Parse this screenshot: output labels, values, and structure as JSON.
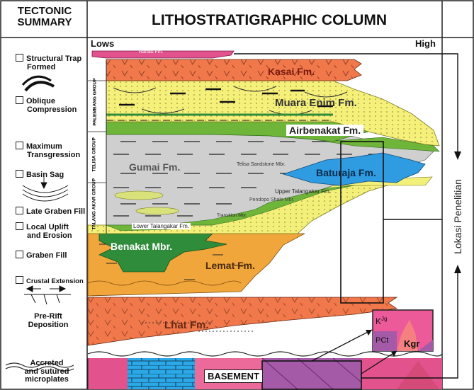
{
  "header": {
    "left_title_line1": "TECTONIC",
    "left_title_line2": "SUMMARY",
    "main_title": "LITHOSTRATIGRAPHIC COLUMN"
  },
  "scale": {
    "low": "Lows",
    "high": "High"
  },
  "side_label": "Lokasi Penelitian",
  "tectonic_events": [
    {
      "line1": "Structural Trap",
      "line2": "Formed",
      "checkbox": true
    },
    {
      "line1": "Oblique",
      "line2": "Compression",
      "checkbox": true
    },
    {
      "line1": "Maximum",
      "line2": "Transgression",
      "checkbox": true
    },
    {
      "line1": "Basin Sag",
      "line2": "",
      "checkbox": true
    },
    {
      "line1": "Late Graben Fill",
      "line2": "",
      "checkbox": true
    },
    {
      "line1": "Local Uplift",
      "line2": "and Erosion",
      "checkbox": true
    },
    {
      "line1": "Graben Fill",
      "line2": "",
      "checkbox": true
    },
    {
      "line1": "Crustal Extension",
      "line2": "",
      "checkbox": true
    },
    {
      "line1": "Pre-Rift",
      "line2": "Deposition",
      "checkbox": false
    },
    {
      "line1": "Accreted",
      "line2": "and sutured",
      "line3": "microplates",
      "checkbox": false
    }
  ],
  "groups": {
    "palembang": "PALEMBANG GROUP",
    "telisa": "TELISA GROUP",
    "talang_akar": "TALANG AKAR GROUP"
  },
  "formations": {
    "ranau": "Ranau Fm.",
    "kasai": "Kasai Fm.",
    "muara_enim": "Muara Enim Fm.",
    "airbenakat": "Airbenakat Fm.",
    "gumai": "Gumai Fm.",
    "telisa_sandstone": "Telisa Sandstone Mbr.",
    "baturaja": "Baturaja Fm.",
    "upper_talangakar": "Upper Talangakar Fm.",
    "pendopo": "Pendopo Shale Mbr.",
    "transition": "Transition Mbr.",
    "lower_talangakar": "Lower Talangakar Fm.",
    "benakat": "Benakat Mbr.",
    "lemat": "Lemat Fm.",
    "lhat": "Lhat Fm.",
    "basement": "BASEMENT"
  },
  "inset": {
    "kjg_k": "K",
    "kjg_sup": "Jg",
    "pct": "PCt",
    "kgr": "Kgr"
  },
  "colors": {
    "kasai": "#f0784a",
    "muara_enim": "#f5f07a",
    "airbenakat": "#6fb53a",
    "gumai": "#cfcfcf",
    "baturaja": "#2f9be0",
    "talangakar": "#f3f07a",
    "benakat": "#2f8c3a",
    "lemat": "#f1a63b",
    "lhat": "#f0784a",
    "ranau": "#e2528c",
    "basement_pink": "#ec6a9a",
    "basement_blue": "#2aa8e8",
    "basement_purple": "#a55aa8"
  }
}
